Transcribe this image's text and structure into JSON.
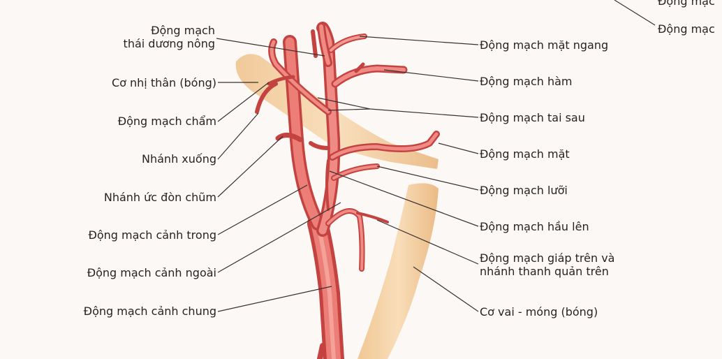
{
  "labels_left": [
    {
      "id": "superficial-temporal",
      "line1": "Động mạch",
      "line2": "thái dương nông"
    },
    {
      "id": "digastric",
      "text": "Cơ nhị thân (bóng)"
    },
    {
      "id": "occipital",
      "text": "Động mạch chẩm"
    },
    {
      "id": "descending-branch",
      "text": "Nhánh xuống"
    },
    {
      "id": "sternocleidomastoid-branch",
      "text": "Nhánh ức đòn chũm"
    },
    {
      "id": "internal-carotid",
      "text": "Động mạch cảnh trong"
    },
    {
      "id": "external-carotid",
      "text": "Động mạch cảnh ngoài"
    },
    {
      "id": "common-carotid",
      "text": "Động mạch cảnh chung"
    }
  ],
  "labels_right": [
    {
      "id": "transverse-facial",
      "text": "Động mạch mặt ngang"
    },
    {
      "id": "maxillary",
      "text": "Động mạch hàm"
    },
    {
      "id": "posterior-auricular",
      "text": "Động mạch tai sau"
    },
    {
      "id": "facial",
      "text": "Động mạch mặt"
    },
    {
      "id": "lingual",
      "text": "Động mạch lưỡi"
    },
    {
      "id": "ascending-pharyngeal",
      "text": "Động mạch hầu lên"
    },
    {
      "id": "superior-thyroid",
      "line1": "Động mạch giáp trên và",
      "line2": "nhánh thanh quản trên"
    },
    {
      "id": "omohyoid",
      "text": "Cơ vai - móng (bóng)"
    }
  ],
  "labels_top_right": [
    {
      "id": "top-right-1",
      "text": "Động mạc"
    },
    {
      "id": "top-right-2",
      "text": "Động mạc"
    }
  ],
  "colors": {
    "artery": "#e2605c",
    "artery_dark": "#c44340",
    "artery_light": "#f3a29c",
    "muscle": "#f6d2a4",
    "muscle_dark": "#e8b47a",
    "leader": "#3a3030"
  }
}
